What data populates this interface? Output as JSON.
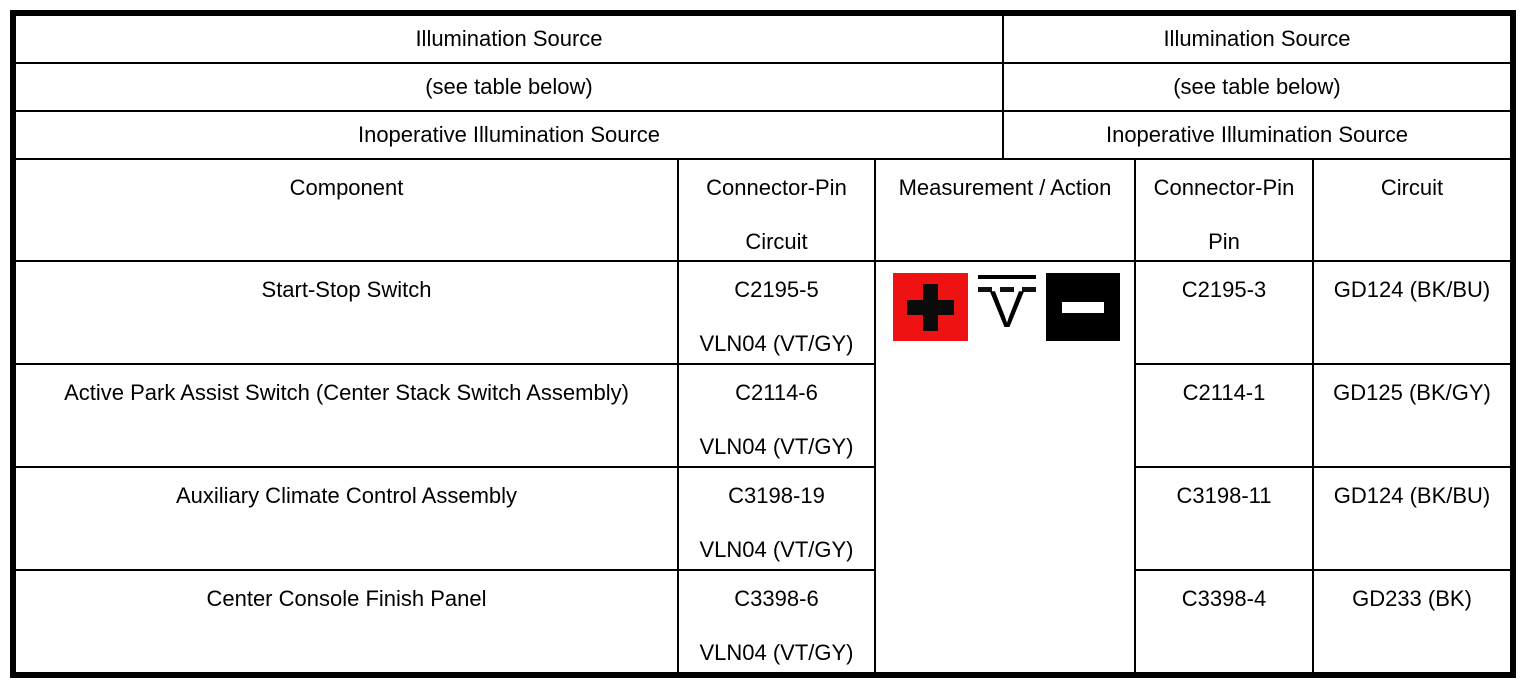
{
  "banner": {
    "left": {
      "line1": "Illumination Source",
      "line2": "(see table below)",
      "line3": "Inoperative Illumination Source"
    },
    "right": {
      "line1": "Illumination Source",
      "line2": "(see table below)",
      "line3": "Inoperative Illumination Source"
    }
  },
  "header": {
    "component": "Component",
    "connector_pin_circuit": {
      "line1": "Connector-Pin",
      "line2": "Circuit"
    },
    "measurement_action": "Measurement / Action",
    "connector_pin_pin": {
      "line1": "Connector-Pin",
      "line2": "Pin"
    },
    "circuit": "Circuit"
  },
  "rows": [
    {
      "component": "Start-Stop Switch",
      "connector_pin": "C2195-5",
      "circuit_left": "VLN04 (VT/GY)",
      "pin": "C2195-3",
      "circuit_right": "GD124 (BK/BU)"
    },
    {
      "component": "Active Park Assist Switch (Center Stack Switch Assembly)",
      "connector_pin": "C2114-6",
      "circuit_left": "VLN04 (VT/GY)",
      "pin": "C2114-1",
      "circuit_right": "GD125 (BK/GY)"
    },
    {
      "component": "Auxiliary Climate Control Assembly",
      "connector_pin": "C3198-19",
      "circuit_left": "VLN04 (VT/GY)",
      "pin": "C3198-11",
      "circuit_right": "GD124 (BK/BU)"
    },
    {
      "component": "Center Console Finish Panel",
      "connector_pin": "C3398-6",
      "circuit_left": "VLN04 (VT/GY)",
      "pin": "C3398-4",
      "circuit_right": "GD233 (BK)"
    }
  ],
  "measurement": {
    "voltmeter_letter": "V",
    "plus_icon": "plus-in-red-square",
    "voltmeter_icon": "dc-voltage-V-with-solid-and-dashed-overline",
    "minus_icon": "minus-in-black-square"
  },
  "colors": {
    "positive_lead_bg": "#ee1212",
    "negative_lead_bg": "#000000",
    "border": "#000000",
    "background": "#ffffff"
  }
}
